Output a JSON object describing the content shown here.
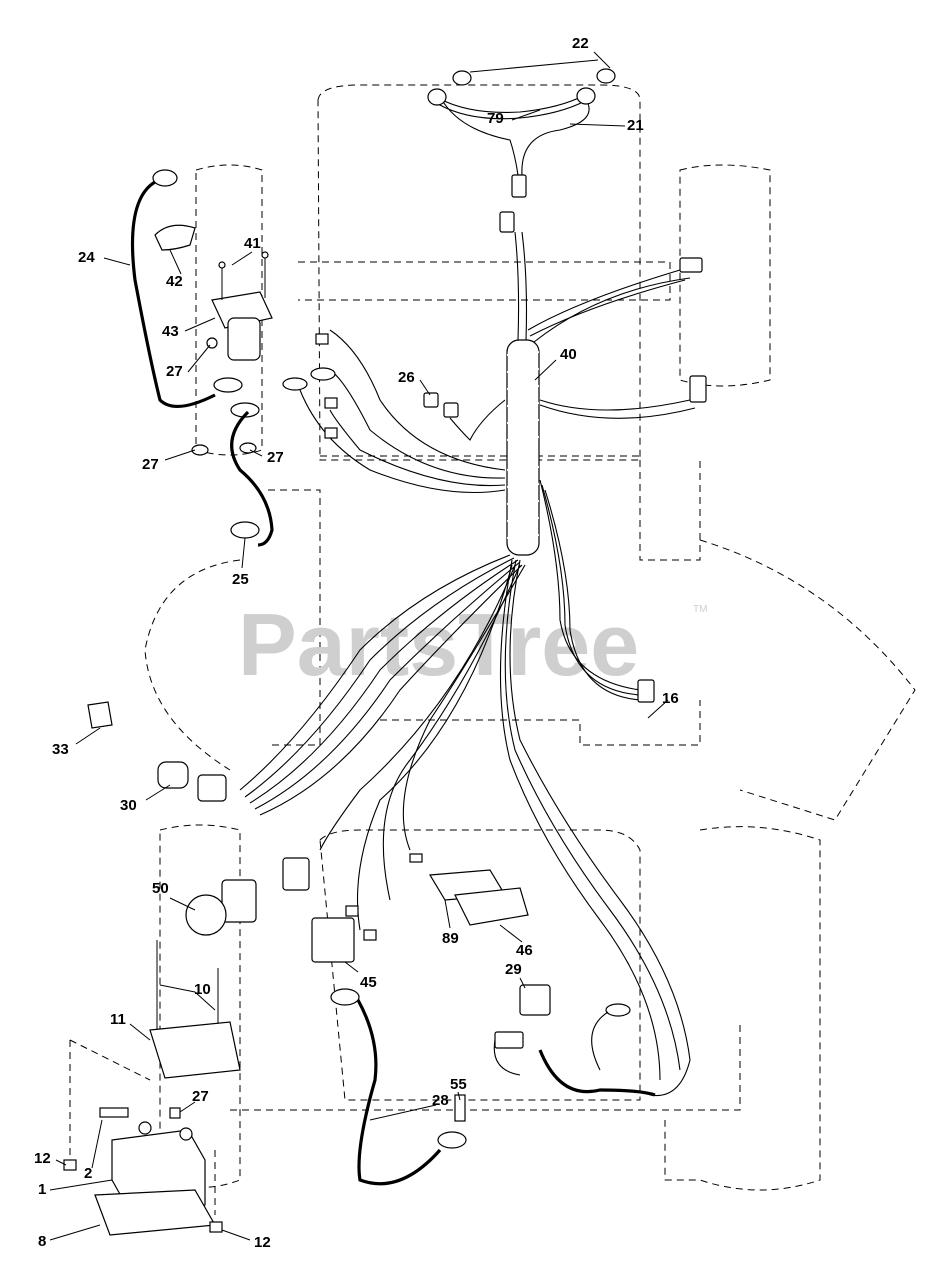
{
  "watermark": {
    "text": "PartsTree",
    "mark": "TM"
  },
  "callouts": [
    {
      "id": "c22",
      "label": "22"
    },
    {
      "id": "c79",
      "label": "79"
    },
    {
      "id": "c21",
      "label": "21"
    },
    {
      "id": "c41",
      "label": "41"
    },
    {
      "id": "c24",
      "label": "24"
    },
    {
      "id": "c42",
      "label": "42"
    },
    {
      "id": "c43",
      "label": "43"
    },
    {
      "id": "c27a",
      "label": "27"
    },
    {
      "id": "c27b",
      "label": "27"
    },
    {
      "id": "c27c",
      "label": "27"
    },
    {
      "id": "c40",
      "label": "40"
    },
    {
      "id": "c26",
      "label": "26"
    },
    {
      "id": "c25",
      "label": "25"
    },
    {
      "id": "c16",
      "label": "16"
    },
    {
      "id": "c33",
      "label": "33"
    },
    {
      "id": "c30",
      "label": "30"
    },
    {
      "id": "c50",
      "label": "50"
    },
    {
      "id": "c10",
      "label": "10"
    },
    {
      "id": "c11",
      "label": "11"
    },
    {
      "id": "c89",
      "label": "89"
    },
    {
      "id": "c46",
      "label": "46"
    },
    {
      "id": "c45",
      "label": "45"
    },
    {
      "id": "c29",
      "label": "29"
    },
    {
      "id": "c55",
      "label": "55"
    },
    {
      "id": "c28",
      "label": "28"
    },
    {
      "id": "c27d",
      "label": "27"
    },
    {
      "id": "c12a",
      "label": "12"
    },
    {
      "id": "c2",
      "label": "2"
    },
    {
      "id": "c1",
      "label": "1"
    },
    {
      "id": "c8",
      "label": "8"
    },
    {
      "id": "c12b",
      "label": "12"
    }
  ]
}
